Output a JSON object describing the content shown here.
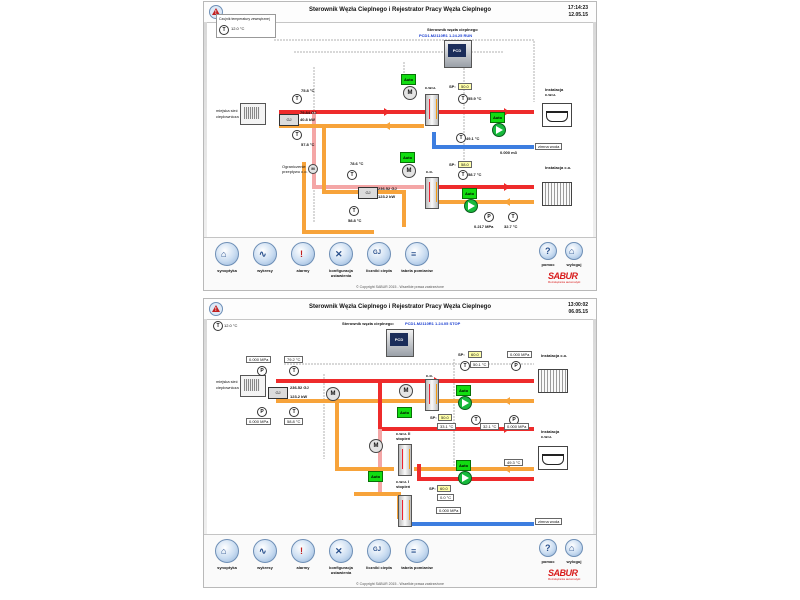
{
  "panel1": {
    "title": "Sterownik Węzła Cieplnego i Rejestrator Pracy Węzła Cieplnego",
    "time": "17:14:23",
    "date": "12.05.15",
    "outdoor_sensor_label": "Czujnik temperatury zewnętrznej",
    "outdoor_temp": "12.0 °C",
    "controller_label": "Sterownik węzła cieplnego",
    "controller_id": "PCD1.M2110R1 1.24.25 RUN",
    "device_screen": "PCD",
    "supply_label": "miejska sieć ciepłownicza",
    "supply_temp": "75.8 °C",
    "return_temp": "57.8 °C",
    "meter_energy": "79.84 GJ",
    "meter_power": "40.8 kW",
    "lower_meter_temp": "78.6 °C",
    "lower_meter_energy": "236.52 GJ",
    "lower_meter_power": "123.2 kW",
    "lower_return_temp": "58.8 °C",
    "by_pass_label": "Ograniczenie przepływu c.o.",
    "cwu_sp": "50.0",
    "cwu_temp": "55.9 °C",
    "cwu_return": "49.1 °C",
    "cwu_label": "c.w.u.",
    "cold_water_volume": "0.000 m3",
    "cold_water_label": "zimna woda",
    "co_label": "c.o.",
    "co_sp": "58.0",
    "co_temp": "58.7 °C",
    "co_pressure": "0.217 MPa",
    "co_return": "32.7 °C",
    "inst_cwu_label": "Instalacja c.w.u.",
    "inst_co_label": "Instalacja c.o.",
    "auto_label": "Auto",
    "sp_label": "SP:",
    "gauge_T": "T",
    "gauge_P": "P",
    "motor_M": "M",
    "meter_gj": "GJ"
  },
  "panel2": {
    "title": "Sterownik Węzła Cieplnego i Rejestrator Pracy Węzła Cieplnego",
    "time": "13:00:02",
    "date": "06.05.15",
    "outdoor_temp": "12.0 °C",
    "controller_label": "Sterownik węzła cieplnego:",
    "controller_id": "PCD1.M2110R1 1.24.05 STOP",
    "supply_label": "miejska sieć ciepłownicza",
    "p_supply": "0.000 MPa",
    "t_supply": "79.2 °C",
    "meter_energy": "236.52 GJ",
    "meter_power": "123.2 kW",
    "p_return": "0.000 MPa",
    "t_return": "58.8 °C",
    "co_sp": "60.0",
    "co_t1": "50.1 °C",
    "co_p": "0.000 MPa",
    "inst_co_label": "Instalacja c.o.",
    "cwu_sp": "50.0",
    "cwu_t1": "33.1 °C",
    "cwu_t2": "32.1 °C",
    "cwu_p": "0.000 MPa",
    "stage2_label": "c.w.u. II stopień",
    "stage1_label": "c.w.u. I stopień",
    "stage1_sp": "60.0",
    "stage1_t": "0.0 °C",
    "stage1_p": "0.000 MPa",
    "inst_cwu_label": "Instalacja c.w.u.",
    "inst_cwu_temp": "49.3 °C",
    "cold_water_label": "zimna woda",
    "auto_label": "Auto",
    "sp_label": "SP:",
    "co_label": "c.o."
  },
  "nav": [
    {
      "label": "synoptyka",
      "icon": "house-icon",
      "glyph": "⌂"
    },
    {
      "label": "wykresy",
      "icon": "chart-icon",
      "glyph": "∿"
    },
    {
      "label": "alarmy",
      "icon": "alarm-icon",
      "glyph": "!"
    },
    {
      "label": "konfiguracja ustawienia",
      "icon": "tools-icon",
      "glyph": "✕"
    },
    {
      "label": "liczniki ciepła",
      "icon": "gj-counter-icon",
      "glyph": "GJ"
    },
    {
      "label": "tabela pomiarów",
      "icon": "table-icon",
      "glyph": "≡"
    }
  ],
  "help_label": "pomoc",
  "logout_label": "wyloguj",
  "help_glyph": "?",
  "logout_glyph": "⌂",
  "copyright": "© Copyright SABUR 2015 - Wszelkie prawa zastrzeżone",
  "logo_text": "SABUR",
  "logo_sub": "Rozwiązania automatyki",
  "colors": {
    "hot": "#ee2b2b",
    "return": "#f7a33a",
    "cold": "#3d7ee0",
    "pipe_pink": "#f4a6a6"
  }
}
